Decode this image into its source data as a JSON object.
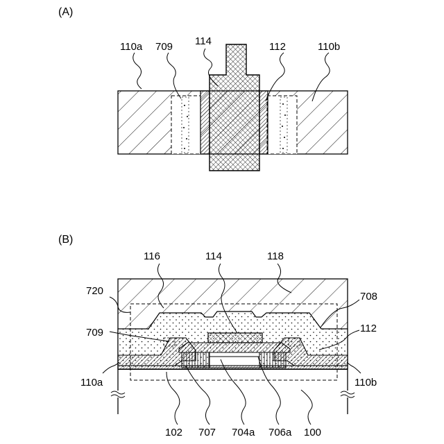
{
  "panels": {
    "a": {
      "title": "(A)",
      "labels": {
        "l110a": "110a",
        "l709": "709",
        "l114": "114",
        "l112": "112",
        "l110b": "110b"
      }
    },
    "b": {
      "title": "(B)",
      "labels": {
        "l116": "116",
        "l114": "114",
        "l118": "118",
        "l720": "720",
        "l708": "708",
        "l709": "709",
        "l112": "112",
        "l110a": "110a",
        "l110b": "110b",
        "l102": "102",
        "l707": "707",
        "l704a": "704a",
        "l706a": "706a",
        "l100": "100"
      }
    }
  },
  "colors": {
    "line": "#000000",
    "background": "#ffffff",
    "stipple": "#9a9a9a"
  }
}
